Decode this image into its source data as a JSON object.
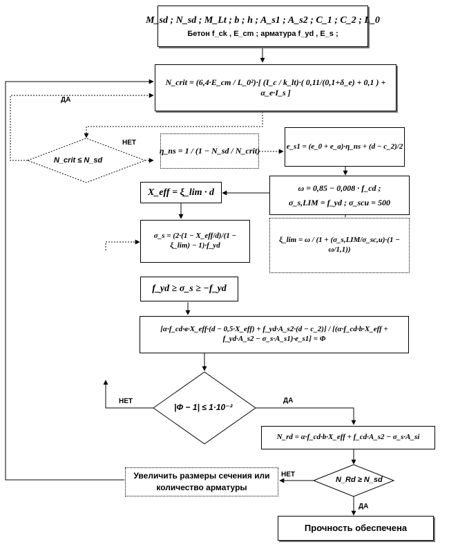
{
  "input_block": {
    "params_line": "M_sd ; N_sd ; M_Lt ; b ; h ; A_s1 ; A_s2 ; C_1 ; C_2 ; L_0",
    "materials_line": "Бетон f_ck , E_cm ; арматура f_yd , E_s ;"
  },
  "ncrit_block": {
    "formula": "N_crit = (6,4·E_cm / L_0²)·[ (I_c / k_lt)·( 0,11/(0,1+δ_e) + 0,1 ) + α_e·I_s ]"
  },
  "decision_ncrit": {
    "condition": "N_crit ≤ N_sd",
    "yes_label": "ДА",
    "no_label": "НЕТ"
  },
  "eta_block": {
    "formula": "η_ns = 1 / (1 − N_sd / N_crit)"
  },
  "e_block": {
    "formula": "e_s1 = (e_0 + e_a)·η_ns + (d − c_2)/2"
  },
  "omega_block": {
    "line1": "ω = 0,85 − 0,008 · f_cd ;",
    "line2": "σ_s,LIM = f_yd ; σ_scu = 500"
  },
  "xi_block": {
    "formula": "ξ_lim = ω / (1 + (σ_s,LIM/σ_sc,u)·(1 − ω/1,1))"
  },
  "xeff_block": {
    "formula": "X_eff = ξ_lim · d"
  },
  "sigma_block": {
    "formula": "σ_s = (2·(1 − X_eff/d)/(1 − ξ_lim) − 1)·f_yd"
  },
  "limit_block": {
    "formula": "f_yd ≥ σ_s ≥ −f_yd"
  },
  "phi_block": {
    "formula": "[α·f_cd·в·X_eff·(d − 0,5·X_eff) + f_yd·A_s2·(d − c_2)] / [(α·f_cd·b·X_eff + f_yd·A_s2 − σ_s·A_s1)·e_s1] = Φ"
  },
  "decision_phi": {
    "condition": "|Φ − 1| ≤ 1·10⁻²",
    "no_label": "НЕТ",
    "yes_label": "ДА"
  },
  "nrd_block": {
    "formula": "N_rd = α·f_cd·b·X_eff + f_cd·A_s2 − σ_s·A_si"
  },
  "decision_nrd": {
    "condition": "N_Rd ≥ N_sd",
    "no_label": "НЕТ",
    "yes_label": "ДА"
  },
  "increase_block": {
    "text": "Увеличить размеры сечения или количество арматуры"
  },
  "result_block": {
    "text": "Прочность обеспечена"
  }
}
